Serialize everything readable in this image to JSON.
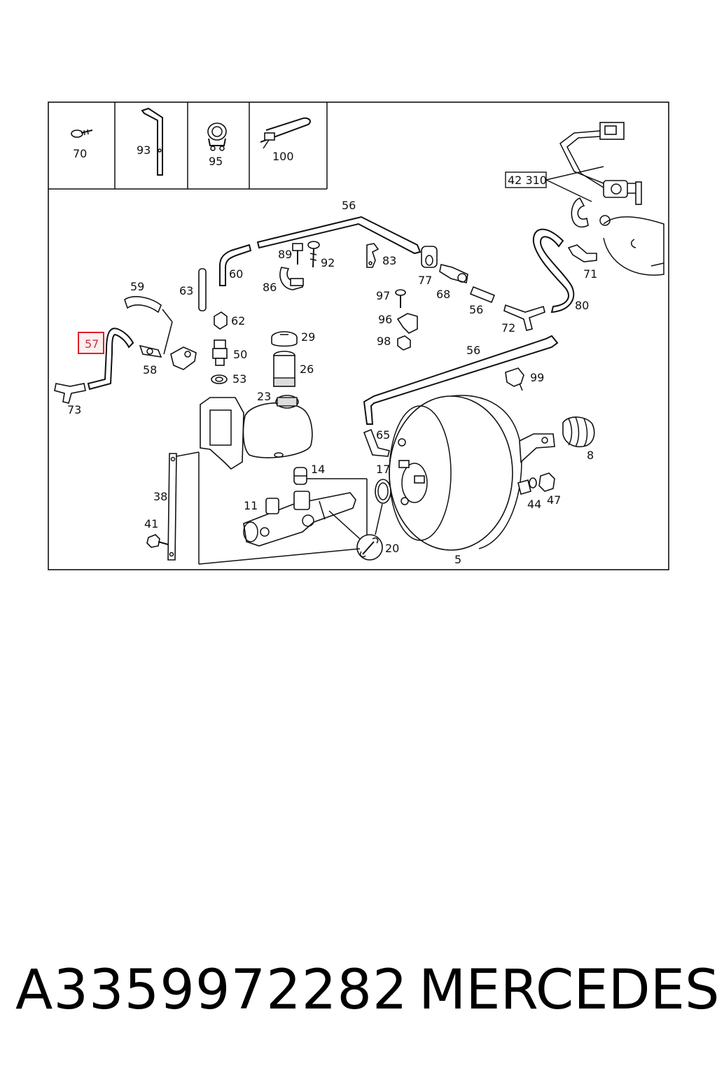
{
  "diagram": {
    "highlight_label": "57",
    "highlight_color": "#e0202a",
    "inset_labels": {
      "p70": "70",
      "p93": "93",
      "p95": "95",
      "p100": "100"
    },
    "ref_box_label": "42 310",
    "labels": {
      "p56a": "56",
      "p89": "89",
      "p92": "92",
      "p83": "83",
      "p60": "60",
      "p86": "86",
      "p77": "77",
      "p71": "71",
      "p59": "59",
      "p63": "63",
      "p97": "97",
      "p68": "68",
      "p56b": "56",
      "p80": "80",
      "p62": "62",
      "p96": "96",
      "p72": "72",
      "p29": "29",
      "p98": "98",
      "p58": "58",
      "p50": "50",
      "p56c": "56",
      "p26": "26",
      "p99": "99",
      "p53": "53",
      "p73": "73",
      "p23": "23",
      "p65": "65",
      "p8": "8",
      "p14": "14",
      "p17": "17",
      "p38": "38",
      "p11": "11",
      "p44": "44",
      "p47": "47",
      "p41": "41",
      "p20": "20",
      "p5": "5"
    }
  },
  "footer": {
    "part_number": "A3359972282",
    "brand": "MERCEDES"
  }
}
